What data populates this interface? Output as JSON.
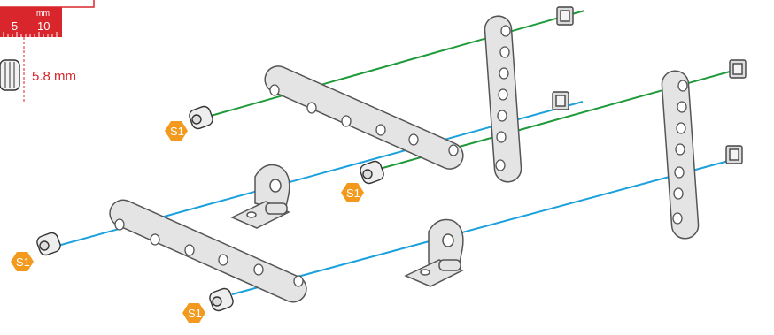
{
  "colors": {
    "ruler": "#d8262c",
    "badge": "#f39a1e",
    "line_green": "#1f9a3a",
    "line_blue": "#1aa0dc",
    "part_fill": "#e4e4e4",
    "part_stroke": "#555555"
  },
  "ruler": {
    "unit": "mm",
    "tick_5": "5",
    "tick_10": "10"
  },
  "measurement": {
    "value": "5.8 mm"
  },
  "badges": {
    "s1_a": "S1",
    "s1_b": "S1",
    "s1_c": "S1",
    "s1_d": "S1"
  },
  "icons": {
    "screw": "screw-icon",
    "nut": "square-nut-icon",
    "strip": "perforated-strip-icon",
    "bracket": "hinge-bracket-icon"
  }
}
